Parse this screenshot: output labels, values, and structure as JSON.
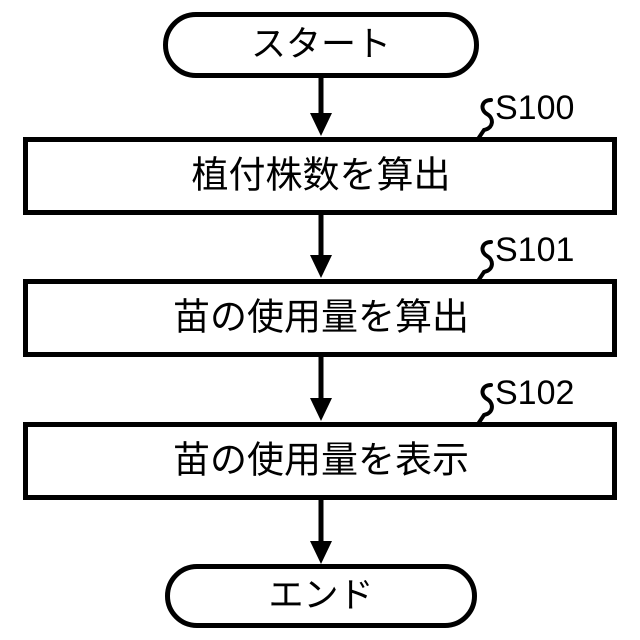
{
  "diagram": {
    "title": "Seedling usage calculation flowchart",
    "background_color": "#ffffff",
    "stroke_color": "#000000",
    "text_color": "#000000",
    "orientation": "vertical top-to-bottom"
  },
  "nodes": [
    {
      "id": "start",
      "type": "terminator",
      "label": "スタート",
      "step_code": ""
    },
    {
      "id": "step_s100",
      "type": "process",
      "label": "植付株数を算出",
      "step_code": "S100"
    },
    {
      "id": "step_s101",
      "type": "process",
      "label": "苗の使用量を算出",
      "step_code": "S101"
    },
    {
      "id": "step_s102",
      "type": "process",
      "label": "苗の使用量を表示",
      "step_code": "S102"
    },
    {
      "id": "end",
      "type": "terminator",
      "label": "エンド",
      "step_code": ""
    }
  ],
  "connectors": [
    {
      "id": "arrow-start-to-s100",
      "from": "start",
      "to": "step_s100",
      "style": "solid-arrow"
    },
    {
      "id": "arrow-s100-to-s101",
      "from": "step_s100",
      "to": "step_s101",
      "style": "solid-arrow"
    },
    {
      "id": "arrow-s101-to-s102",
      "from": "step_s101",
      "to": "step_s102",
      "style": "solid-arrow"
    },
    {
      "id": "arrow-s102-to-end",
      "from": "step_s102",
      "to": "end",
      "style": "solid-arrow"
    }
  ]
}
